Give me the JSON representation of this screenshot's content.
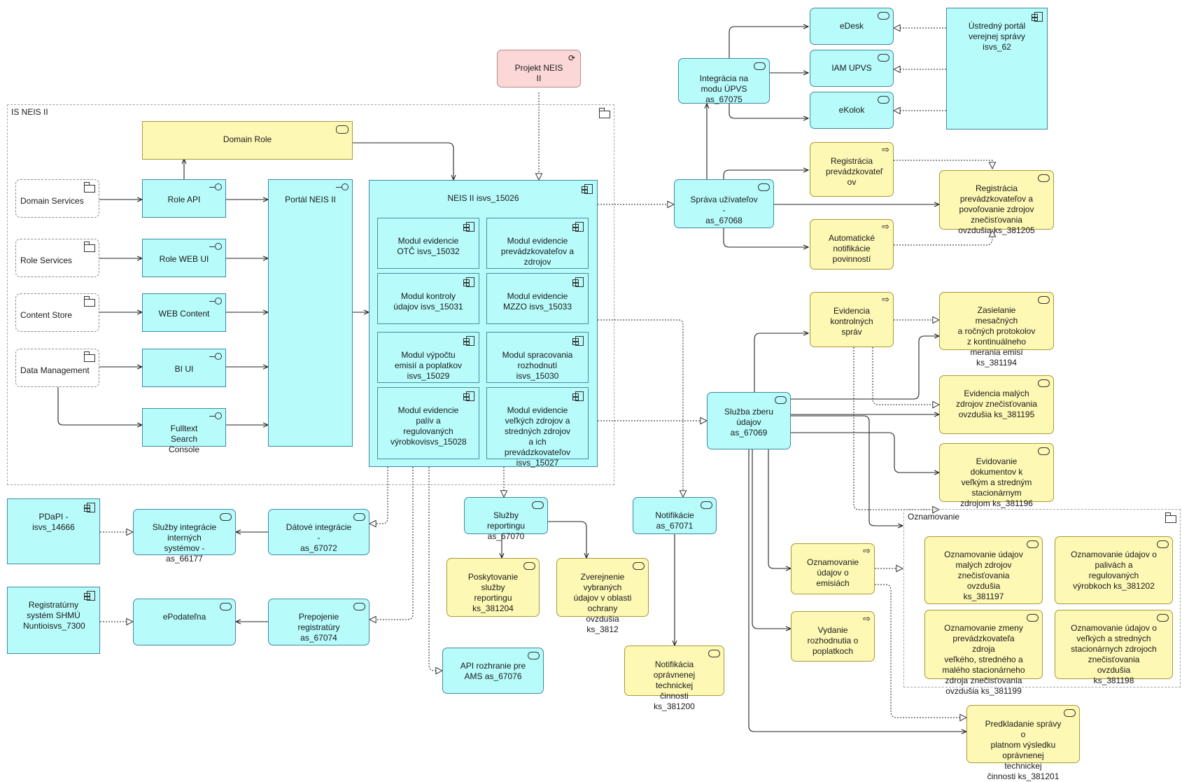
{
  "groups": {
    "is_neis": "IS NEIS II",
    "oznamovanie": "Oznamovanie"
  },
  "nodes": {
    "projekt": "Projekt NEIS II",
    "domain_role": "Domain Role",
    "domain_services": "Domain Services",
    "role_services": "Role Services",
    "content_store": "Content Store",
    "data_management": "Data Management",
    "role_api": "Role API",
    "role_web_ui": "Role WEB UI",
    "web_content": "WEB Content",
    "bi_ui": "BI UI",
    "fulltext": "Fulltext Search\nConsole",
    "portal": "Portál NEIS II",
    "neis": "NEIS II  isvs_15026",
    "mod_otc": "Modul evidencie\nOTČ isvs_15032",
    "mod_prev": "Modul evidencie\nprevádzkovateľov a\nzdrojov",
    "mod_kontroly": "Modul kontroly\núdajov isvs_15031",
    "mod_mzzo": "Modul evidencie\nMZZO isvs_15033",
    "mod_vypoctu": "Modul výpočtu\nemisií a poplatkov\nisvs_15029",
    "mod_rozhodnuti": "Modul spracovania\nrozhodnutí\nisvs_15030",
    "mod_paliv": "Modul evidencie\npalív a\nregulovaných\nvýrobkovisvs_15028",
    "mod_velkych": "Modul evidencie\nveľkých zdrojov a\nstredných zdrojov\na ich\nprevádzkovateľov\nisvs_15027",
    "edesk": "eDesk",
    "iam": "IAM UPVS",
    "ekolok": "eKolok",
    "ustredny": "Ústredný portál\nverejnej správy\nisvs_62",
    "integracia": "Integrácia na\nmodu ÚPVS\nas_67075",
    "sprava": "Správa užívateľov -\nas_67068",
    "reg_prev": "Registrácia\nprevádzkovateľ\nov",
    "reg_povol": "Registrácia\nprevádzkovateľov a\npovoľovanie zdrojov\nznečisťovania\novzdušia ks_381205",
    "auto_notif": "Automatické\nnotifikácie\npovinností",
    "evid_kontrol": "Evidencia\nkontrolných\nspráv",
    "zasielanie": "Zasielanie mesačných\na ročných protokolov\nz kontinuálneho\nmerania emisí\nks_381194",
    "evid_malych": "Evidencia malých\nzdrojov znečisťovania\novzdušia ks_381195",
    "evid_dokumentov": "Evidovanie\ndokumentov k\nveľkým a stredným\nstacionárnym\nzdrojom ks_381196",
    "sluzba_zberu": "Služba zberu\núdajov\nas_67069",
    "ozn_emisiach": "Oznamovanie\núdajov o\nemisiách",
    "vydanie": "Vydanie\nrozhodnutia o\npoplatkoch",
    "ozn_malych": "Oznamovanie údajov\nmalých zdrojov\nznečisťovania ovzdušia\nks_381197",
    "ozn_palivach": "Oznamovanie údajov o\npalivách a\nregulovaných\nvýrobkoch ks_381202",
    "ozn_zmeny": "Oznamovanie zmeny\nprevádzkovateľa zdroja\nveľkého, stredného a\nmalého stacionárneho\nzdroja znečisťovania\novzdušia ks_381199",
    "ozn_velkych": "Oznamovanie údajov o\nveľkých a stredných\nstacionárnych zdrojoch\nznečisťovania ovzdušia\nks_381198",
    "predkladanie": "Predkladanie správy o\nplatnom výsledku\noprávnenej technickej\nčinnosti ks_381201",
    "sluzby_rep": "Služby\nreportingu\nas_67070",
    "notifikacie": "Notifikácie\nas_67071",
    "poskytovanie": "Poskytovanie\nslužby\nreportingu\nks_381204",
    "zverejnenie": "Zverejnenie\nvybraných\núdajov v oblasti\nochrany\novzdušia ks_3812",
    "notif_opravnenej": "Notifikácia\noprávnenej\ntechnickej činnosti\nks_381200",
    "pdapi": "PDaPI -\nisvs_14666",
    "sluzby_integracie": "Služby integrácie\ninterných\nsystémov -\nas_66177",
    "datove": "Dátové integrácie -\nas_67072",
    "registraturny": "Registratúrny\nsystém SHMÚ\nNuntioisvs_7300",
    "epodatelna": "ePodateľna",
    "prepojenie": "Prepojenie\nregistratúry\nas_67074",
    "api_ams": "API rozhranie pre\nAMS  as_67076"
  },
  "colors": {
    "application": "#b7fbfb",
    "business": "#fdf8b4",
    "motivation": "#fbd7d7",
    "line": "#222222"
  }
}
